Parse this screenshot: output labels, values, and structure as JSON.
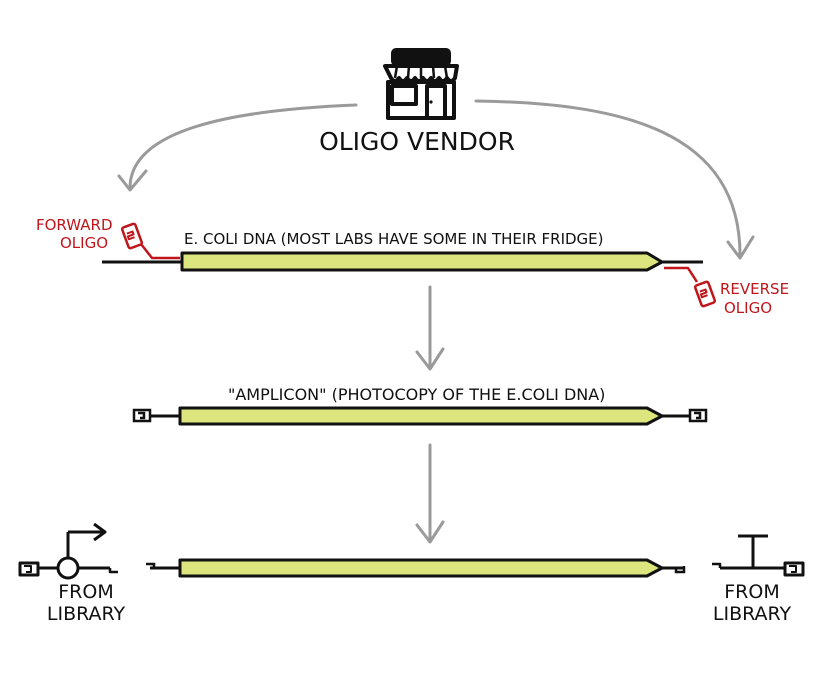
{
  "vendor": {
    "label": "OLIGO VENDOR",
    "icon": "storefront-icon"
  },
  "oligos": {
    "forward_label_line1": "FORWARD",
    "forward_label_line2": "OLIGO",
    "reverse_label_line1": "REVERSE",
    "reverse_label_line2": "OLIGO",
    "color": "#c0161b"
  },
  "template_dna": {
    "label": "E. COLI DNA (MOST LABS HAVE SOME IN THEIR FRIDGE)"
  },
  "amplicon": {
    "label": "\"AMPLICON\" (PHOTOCOPY OF THE E.COLI DNA)"
  },
  "library_parts": {
    "left_line1": "FROM",
    "left_line2": "LIBRARY",
    "right_line1": "FROM",
    "right_line2": "LIBRARY",
    "left_icon": "promoter-icon",
    "right_icon": "terminator-icon"
  },
  "colors": {
    "dna_fill": "#dde57e",
    "ink": "#111111",
    "arrow": "#9a9a9a",
    "oligo": "#c0161b"
  }
}
